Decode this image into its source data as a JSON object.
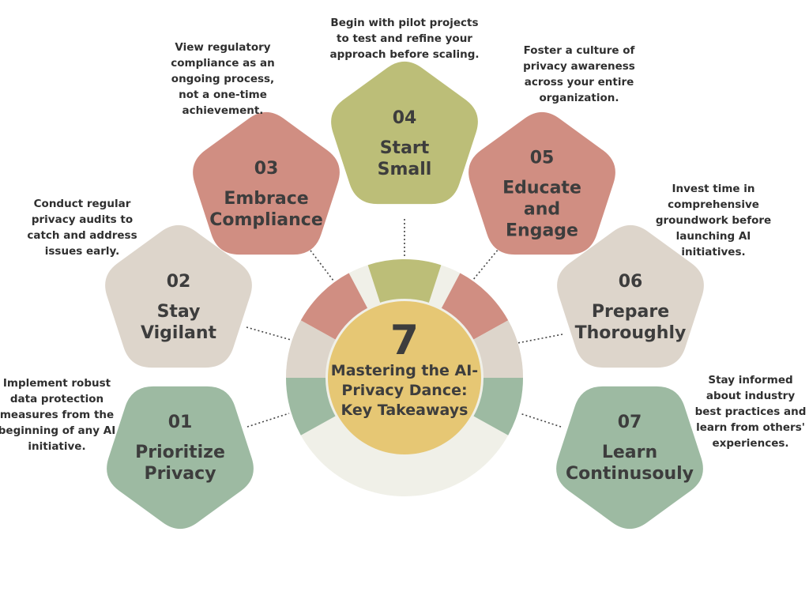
{
  "center": {
    "number": "7",
    "title_lines": [
      "Mastering the AI-",
      "Privacy Dance:",
      "Key Takeaways"
    ]
  },
  "colors": {
    "green": "#9dbaa2",
    "beige": "#ddd5cb",
    "rose": "#d08e82",
    "olive": "#bcbe78",
    "center_fill": "#e6c774",
    "center_ring": "#f0f0e8"
  },
  "items": [
    {
      "number": "01",
      "title_lines": [
        "Prioritize",
        "Privacy"
      ],
      "color": "#9dbaa2",
      "description_lines": [
        "Implement robust",
        "data protection",
        "measures from the",
        "beginning of any AI",
        "initiative."
      ]
    },
    {
      "number": "02",
      "title_lines": [
        "Stay",
        "Vigilant"
      ],
      "color": "#ddd5cb",
      "description_lines": [
        "Conduct regular",
        "privacy audits to",
        "catch and address",
        "issues early."
      ]
    },
    {
      "number": "03",
      "title_lines": [
        "Embrace",
        "Compliance"
      ],
      "color": "#d08e82",
      "description_lines": [
        "View regulatory",
        "compliance as an",
        "ongoing process,",
        "not a one-time",
        "achievement."
      ]
    },
    {
      "number": "04",
      "title_lines": [
        "Start",
        "Small"
      ],
      "color": "#bcbe78",
      "description_lines": [
        "Begin with pilot projects",
        "to test and refine your",
        "approach before scaling."
      ]
    },
    {
      "number": "05",
      "title_lines": [
        "Educate",
        "and",
        "Engage"
      ],
      "color": "#d08e82",
      "description_lines": [
        "Foster a culture of",
        "privacy awareness",
        "across your entire",
        "organization."
      ]
    },
    {
      "number": "06",
      "title_lines": [
        "Prepare",
        "Thoroughly"
      ],
      "color": "#ddd5cb",
      "description_lines": [
        "Invest time in",
        "comprehensive",
        "groundwork before",
        "launching AI",
        "initiatives."
      ]
    },
    {
      "number": "07",
      "title_lines": [
        "Learn",
        "Continusouly"
      ],
      "color": "#9dbaa2",
      "description_lines": [
        "Stay informed",
        "about industry",
        "best practices and",
        "learn from others'",
        "experiences."
      ]
    }
  ]
}
